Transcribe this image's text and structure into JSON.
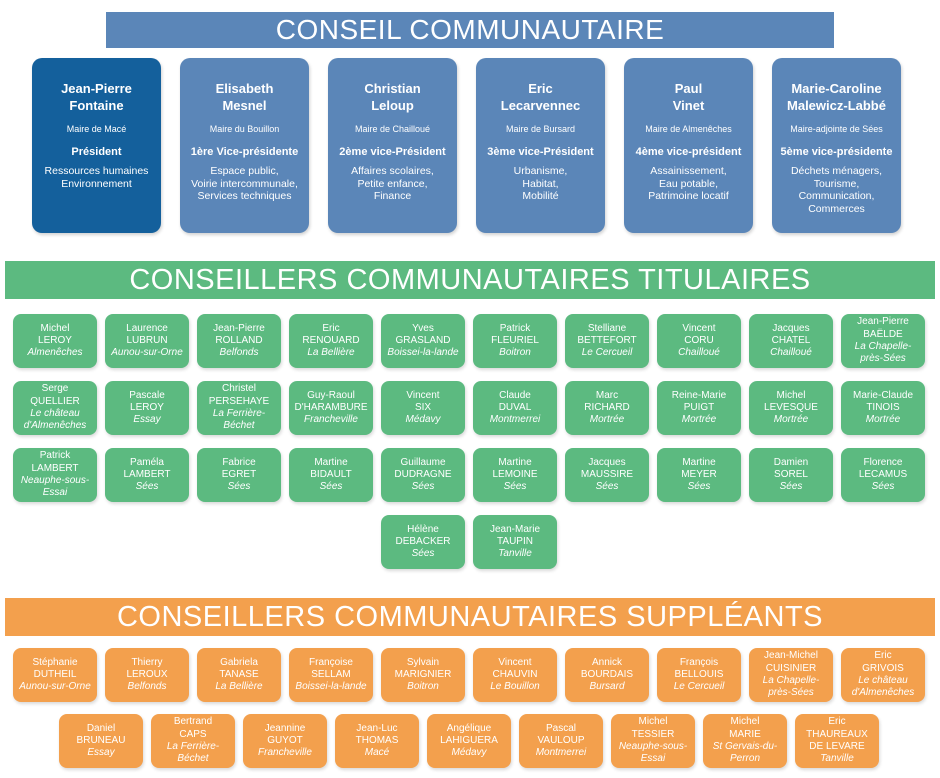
{
  "banners": {
    "council": "CONSEIL COMMUNAUTAIRE",
    "titulaires": "CONSEILLERS COMMUNAUTAIRES TITULAIRES",
    "suppleants": "CONSEILLERS COMMUNAUTAIRES SUPPLÉANTS"
  },
  "colors": {
    "president": "#14609c",
    "executive": "#5b86b8",
    "titulaires": "#5cba80",
    "suppleants": "#f3a04d"
  },
  "executives": [
    {
      "name": "Jean-Pierre\nFontaine",
      "role": "Maire de Macé",
      "title": "Président",
      "responsibilities": "Ressources humaines\nEnvironnement"
    },
    {
      "name": "Elisabeth\nMesnel",
      "role": "Maire du Bouillon",
      "title": "1ère Vice-présidente",
      "responsibilities": "Espace public,\nVoirie intercommunale,\nServices techniques"
    },
    {
      "name": "Christian\nLeloup",
      "role": "Maire de Chailloué",
      "title": "2ème vice-Président",
      "responsibilities": "Affaires scolaires,\nPetite enfance,\nFinance"
    },
    {
      "name": "Eric\nLecarvennec",
      "role": "Maire de Bursard",
      "title": "3ème vice-Président",
      "responsibilities": "Urbanisme,\nHabitat,\nMobilité"
    },
    {
      "name": "Paul\nVinet",
      "role": "Maire de Almenêches",
      "title": "4ème vice-président",
      "responsibilities": "Assainissement,\nEau potable,\nPatrimoine locatif"
    },
    {
      "name": "Marie-Caroline\nMalewicz-Labbé",
      "role": "Maire-adjointe de Sées",
      "title": "5ème vice-présidente",
      "responsibilities": "Déchets ménagers,\nTourisme,\nCommunication,\nCommerces"
    }
  ],
  "titulaires": [
    {
      "first": "Michel",
      "last": "LEROY",
      "town": "Almenêches"
    },
    {
      "first": "Laurence",
      "last": "LUBRUN",
      "town": "Aunou-sur-Orne"
    },
    {
      "first": "Jean-Pierre",
      "last": "ROLLAND",
      "town": "Belfonds"
    },
    {
      "first": "Eric",
      "last": "RENOUARD",
      "town": "La Bellière"
    },
    {
      "first": "Yves",
      "last": "GRASLAND",
      "town": "Boissei-la-lande"
    },
    {
      "first": "Patrick",
      "last": "FLEURIEL",
      "town": "Boitron"
    },
    {
      "first": "Stelliane",
      "last": "BETTEFORT",
      "town": "Le Cercueil"
    },
    {
      "first": "Vincent",
      "last": "CORU",
      "town": "Chailloué"
    },
    {
      "first": "Jacques",
      "last": "CHATEL",
      "town": "Chailloué"
    },
    {
      "first": "Jean-Pierre",
      "last": "BAËLDE",
      "town": "La Chapelle-près-Sées"
    },
    {
      "first": "Serge",
      "last": "QUELLIER",
      "town": "Le château d'Almenêches"
    },
    {
      "first": "Pascale",
      "last": "LEROY",
      "town": "Essay"
    },
    {
      "first": "Christel",
      "last": "PERSEHAYE",
      "town": "La Ferrière-Béchet"
    },
    {
      "first": "Guy-Raoul",
      "last": "D'HARAMBURE",
      "town": "Francheville"
    },
    {
      "first": "Vincent",
      "last": "SIX",
      "town": "Médavy"
    },
    {
      "first": "Claude",
      "last": "DUVAL",
      "town": "Montmerrei"
    },
    {
      "first": "Marc",
      "last": "RICHARD",
      "town": "Mortrée"
    },
    {
      "first": "Reine-Marie",
      "last": "PUIGT",
      "town": "Mortrée"
    },
    {
      "first": "Michel",
      "last": "LEVESQUE",
      "town": "Mortrée"
    },
    {
      "first": "Marie-Claude",
      "last": "TINOIS",
      "town": "Mortrée"
    },
    {
      "first": "Patrick",
      "last": "LAMBERT",
      "town": "Neauphe-sous-Essai"
    },
    {
      "first": "Paméla",
      "last": "LAMBERT",
      "town": "Sées"
    },
    {
      "first": "Fabrice",
      "last": "EGRET",
      "town": "Sées"
    },
    {
      "first": "Martine",
      "last": "BIDAULT",
      "town": "Sées"
    },
    {
      "first": "Guillaume",
      "last": "DUDRAGNE",
      "town": "Sées"
    },
    {
      "first": "Martine",
      "last": "LEMOINE",
      "town": "Sées"
    },
    {
      "first": "Jacques",
      "last": "MAUSSIRE",
      "town": "Sées"
    },
    {
      "first": "Martine",
      "last": "MEYER",
      "town": "Sées"
    },
    {
      "first": "Damien",
      "last": "SOREL",
      "town": "Sées"
    },
    {
      "first": "Florence",
      "last": "LECAMUS",
      "town": "Sées"
    },
    {
      "first": "Hélène",
      "last": "DEBACKER",
      "town": "Sées"
    },
    {
      "first": "Jean-Marie",
      "last": "TAUPIN",
      "town": "Tanville"
    }
  ],
  "suppleants": [
    {
      "first": "Stéphanie",
      "last": "DUTHEIL",
      "town": "Aunou-sur-Orne"
    },
    {
      "first": "Thierry",
      "last": "LEROUX",
      "town": "Belfonds"
    },
    {
      "first": "Gabriela",
      "last": "TANASE",
      "town": "La Bellière"
    },
    {
      "first": "Françoise",
      "last": "SELLAM",
      "town": "Boissei-la-lande"
    },
    {
      "first": "Sylvain",
      "last": "MARIGNIER",
      "town": "Boitron"
    },
    {
      "first": "Vincent",
      "last": "CHAUVIN",
      "town": "Le Bouillon"
    },
    {
      "first": "Annick",
      "last": "BOURDAIS",
      "town": "Bursard"
    },
    {
      "first": "François",
      "last": "BELLOUIS",
      "town": "Le Cercueil"
    },
    {
      "first": "Jean-Michel",
      "last": "CUISINIER",
      "town": "La Chapelle-près-Sées"
    },
    {
      "first": "Eric",
      "last": "GRIVOIS",
      "town": "Le château d'Almenêches"
    },
    {
      "first": "Daniel",
      "last": "BRUNEAU",
      "town": "Essay"
    },
    {
      "first": "Bertrand",
      "last": "CAPS",
      "town": "La Ferrière-Béchet"
    },
    {
      "first": "Jeannine",
      "last": "GUYOT",
      "town": "Francheville"
    },
    {
      "first": "Jean-Luc",
      "last": "THOMAS",
      "town": "Macé"
    },
    {
      "first": "Angélique",
      "last": "LAHIGUERA",
      "town": "Médavy"
    },
    {
      "first": "Pascal",
      "last": "VAULOUP",
      "town": "Montmerrei"
    },
    {
      "first": "Michel",
      "last": "TESSIER",
      "town": "Neauphe-sous-Essai"
    },
    {
      "first": "Michel",
      "last": "MARIE",
      "town": "St Gervais-du-Perron"
    },
    {
      "first": "Eric",
      "last": "THAUREAUX DE LEVARE",
      "town": "Tanville"
    }
  ]
}
